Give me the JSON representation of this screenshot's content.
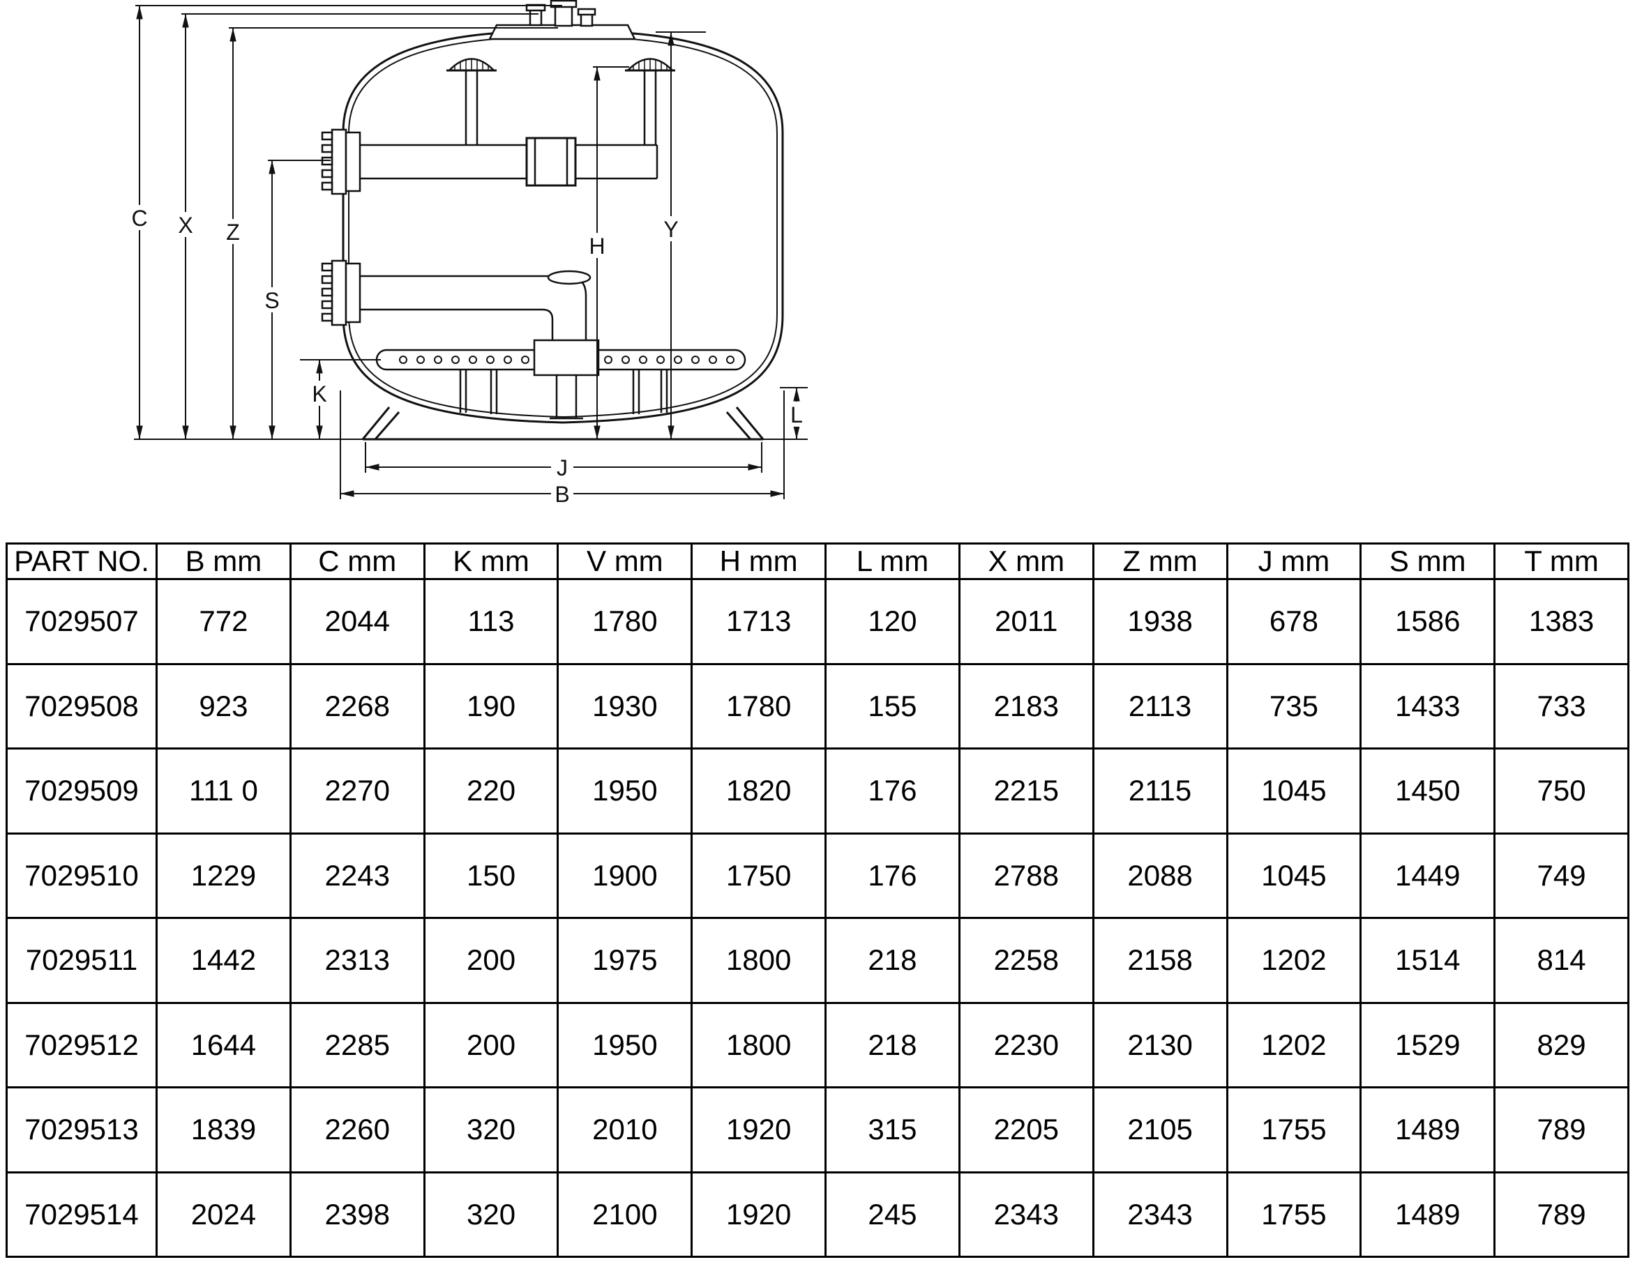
{
  "diagram": {
    "labels": {
      "c": "C",
      "x": "X",
      "z": "Z",
      "s": "S",
      "k": "K",
      "h": "H",
      "y": "Y",
      "l": "L",
      "j": "J",
      "b": "B"
    }
  },
  "table": {
    "headers": [
      "PART NO.",
      "B mm",
      "C mm",
      "K mm",
      "V mm",
      "H mm",
      "L mm",
      "X mm",
      "Z mm",
      "J mm",
      "S mm",
      "T mm"
    ],
    "rows": [
      [
        "7029507",
        "772",
        "2044",
        "113",
        "1780",
        "1713",
        "120",
        "2011",
        "1938",
        "678",
        "1586",
        "1383"
      ],
      [
        "7029508",
        "923",
        "2268",
        "190",
        "1930",
        "1780",
        "155",
        "2183",
        "2113",
        "735",
        "1433",
        "733"
      ],
      [
        "7029509",
        "111 0",
        "2270",
        "220",
        "1950",
        "1820",
        "176",
        "2215",
        "2115",
        "1045",
        "1450",
        "750"
      ],
      [
        "7029510",
        "1229",
        "2243",
        "150",
        "1900",
        "1750",
        "176",
        "2788",
        "2088",
        "1045",
        "1449",
        "749"
      ],
      [
        "7029511",
        "1442",
        "2313",
        "200",
        "1975",
        "1800",
        "218",
        "2258",
        "2158",
        "1202",
        "1514",
        "814"
      ],
      [
        "7029512",
        "1644",
        "2285",
        "200",
        "1950",
        "1800",
        "218",
        "2230",
        "2130",
        "1202",
        "1529",
        "829"
      ],
      [
        "7029513",
        "1839",
        "2260",
        "320",
        "2010",
        "1920",
        "315",
        "2205",
        "2105",
        "1755",
        "1489",
        "789"
      ],
      [
        "7029514",
        "2024",
        "2398",
        "320",
        "2100",
        "1920",
        "245",
        "2343",
        "2343",
        "1755",
        "1489",
        "789"
      ]
    ]
  }
}
